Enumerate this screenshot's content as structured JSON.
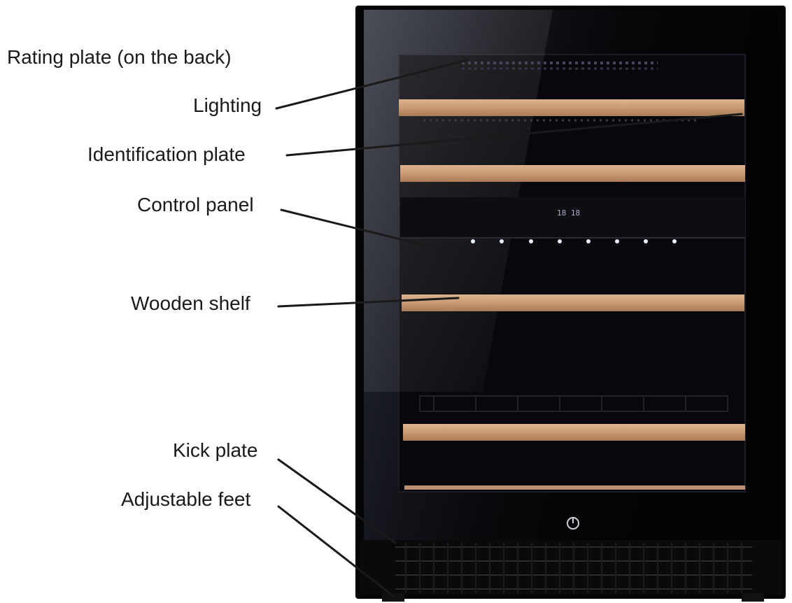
{
  "labels": {
    "rating_plate": "Rating plate (on the back)",
    "lighting": "Lighting",
    "identification_plate": "Identification plate",
    "control_panel": "Control panel",
    "wooden_shelf": "Wooden shelf",
    "kick_plate": "Kick plate",
    "adjustable_feet": "Adjustable feet"
  },
  "display": {
    "readout": "18  18"
  },
  "colors": {
    "cabinet": "#050505",
    "glass": "#0b0b12",
    "wood": "#c99a73",
    "led": "#e8eeff",
    "leader_line": "#1a1a1a"
  },
  "icons": {
    "power": "power-icon"
  }
}
